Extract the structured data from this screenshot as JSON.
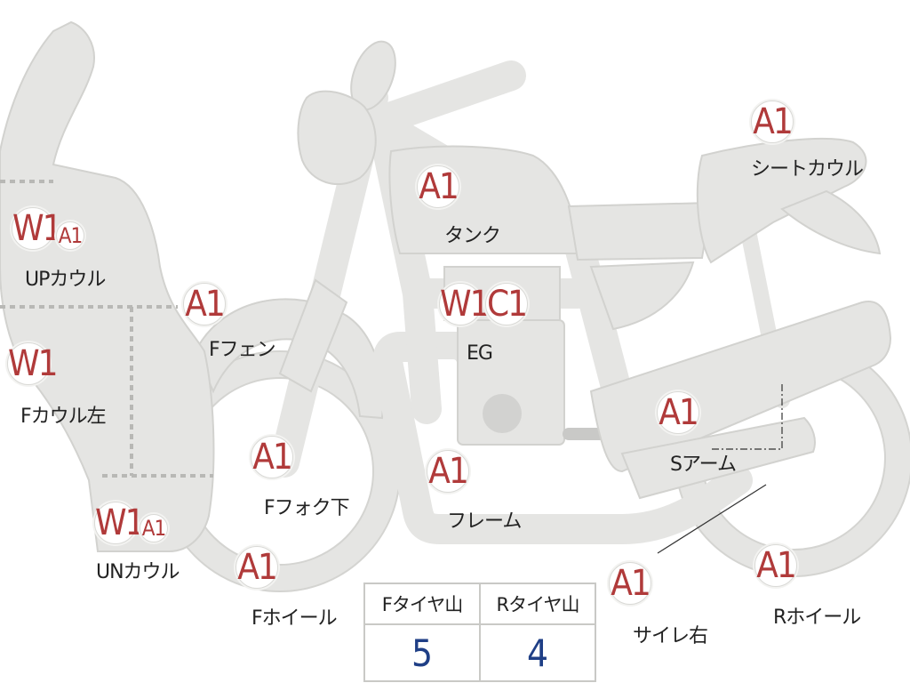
{
  "parts": [
    {
      "id": "up-cowl",
      "label": "UPカウル",
      "codes": [
        "W1",
        "A1"
      ]
    },
    {
      "id": "f-cowl-left",
      "label": "Fカウル左",
      "codes": [
        "W1"
      ]
    },
    {
      "id": "un-cowl",
      "label": "UNカウル",
      "codes": [
        "W1",
        "A1"
      ]
    },
    {
      "id": "f-fender",
      "label": "Fフェン",
      "codes": [
        "A1"
      ]
    },
    {
      "id": "f-fork-lower",
      "label": "Fフォク下",
      "codes": [
        "A1"
      ]
    },
    {
      "id": "f-wheel",
      "label": "Fホイール",
      "codes": [
        "A1"
      ]
    },
    {
      "id": "tank",
      "label": "タンク",
      "codes": [
        "A1"
      ]
    },
    {
      "id": "engine",
      "label": "EG",
      "codes": [
        "W1",
        "C1"
      ]
    },
    {
      "id": "frame",
      "label": "フレーム",
      "codes": [
        "A1"
      ]
    },
    {
      "id": "swing-arm",
      "label": "Sアーム",
      "codes": [
        "A1"
      ]
    },
    {
      "id": "seat-cowl",
      "label": "シートカウル",
      "codes": [
        "A1"
      ]
    },
    {
      "id": "muffler-right",
      "label": "サイレ右",
      "codes": [
        "A1"
      ]
    },
    {
      "id": "r-wheel",
      "label": "Rホイール",
      "codes": [
        "A1"
      ]
    }
  ],
  "tire_table": {
    "headers": [
      "Fタイヤ山",
      "Rタイヤ山"
    ],
    "values": [
      "5",
      "4"
    ]
  },
  "colors": {
    "part_fill": "#e5e5e3",
    "code_text": "#b03a3a",
    "table_value": "#1f3f86"
  }
}
